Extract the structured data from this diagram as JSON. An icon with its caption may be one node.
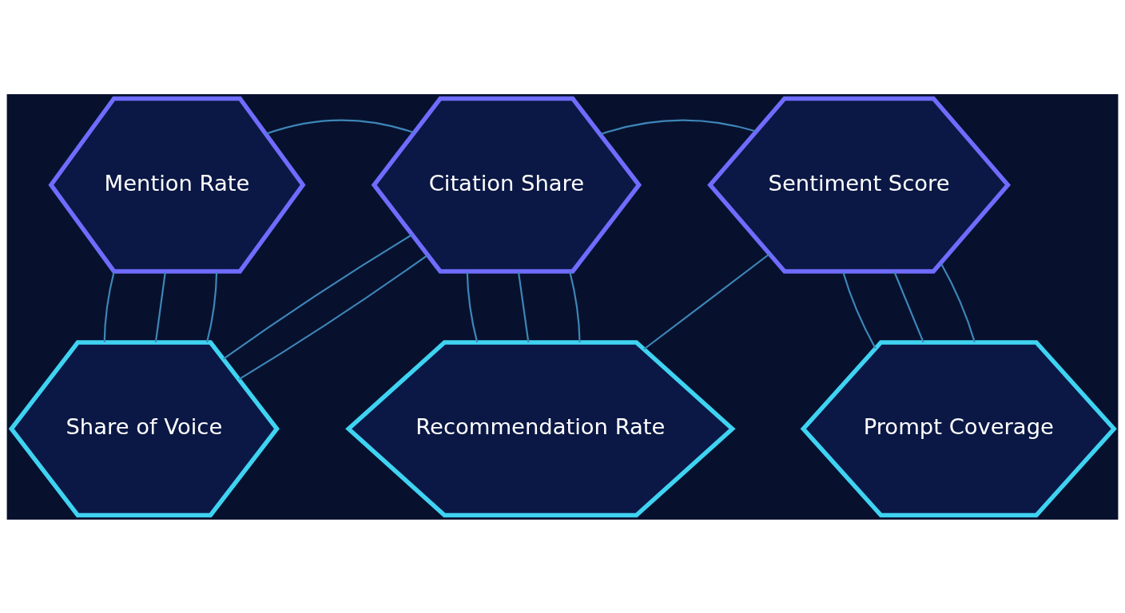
{
  "diagram": {
    "nodes": [
      {
        "text": [
          "Mention Rate"
        ]
      },
      {
        "text": [
          "Citation Share"
        ]
      },
      {
        "text": [
          "Sentiment Score"
        ]
      },
      {
        "text": [
          "Share of Voice"
        ]
      },
      {
        "text": [
          "Recommendation Rate"
        ]
      },
      {
        "text": [
          "Prompt Coverage"
        ]
      }
    ],
    "edges": [
      {
        "from": 0,
        "to": 3,
        "arrow": "none"
      },
      {
        "from": 0,
        "to": 3,
        "arrow": "none"
      },
      {
        "from": 0,
        "to": 1,
        "arrow": "none"
      },
      {
        "from": 0,
        "to": 3,
        "arrow": "none"
      },
      {
        "from": 1,
        "to": 3,
        "arrow": "none"
      },
      {
        "from": 1,
        "to": 3,
        "arrow": "none"
      },
      {
        "from": 1,
        "to": 4,
        "arrow": "none"
      },
      {
        "from": 1,
        "to": 4,
        "arrow": "none"
      },
      {
        "from": 1,
        "to": 4,
        "arrow": "none"
      },
      {
        "from": 1,
        "to": 2,
        "arrow": "none"
      },
      {
        "from": 2,
        "to": 4,
        "arrow": "none"
      },
      {
        "from": 2,
        "to": 5,
        "arrow": "none"
      },
      {
        "from": 2,
        "to": 5,
        "arrow": "none"
      },
      {
        "from": 2,
        "to": 5,
        "arrow": "none"
      }
    ]
  }
}
